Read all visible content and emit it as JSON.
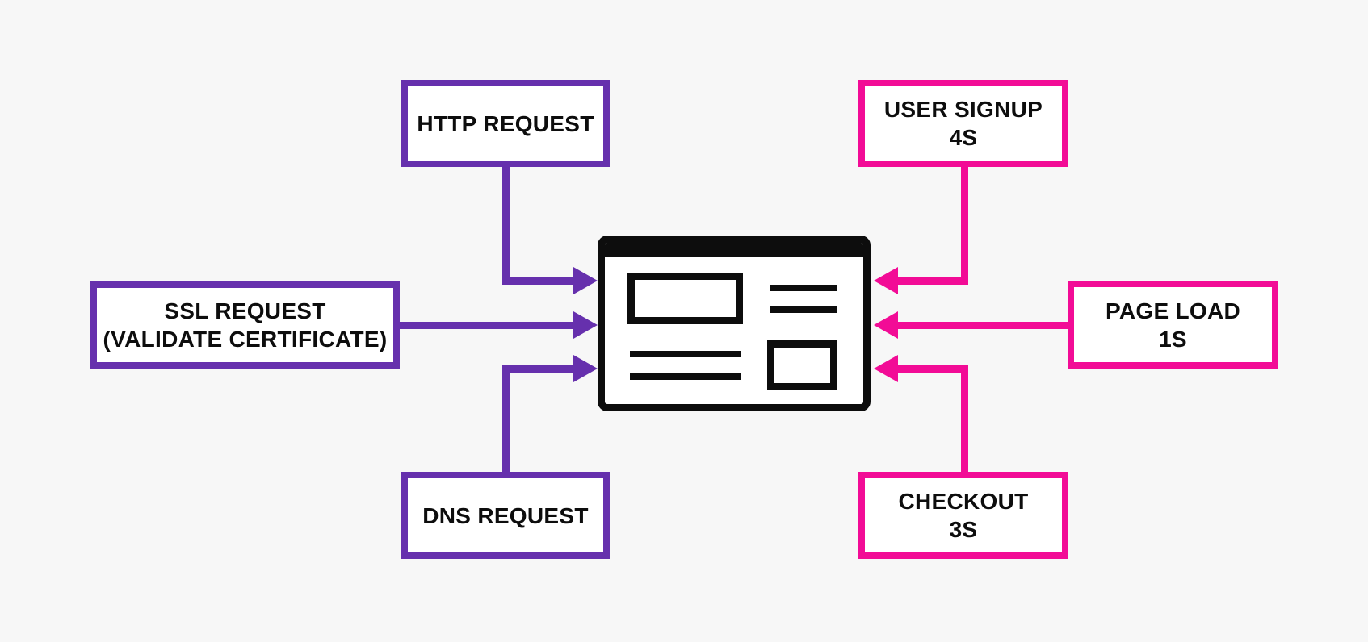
{
  "colors": {
    "purple": "#6630ad",
    "pink": "#f20c96",
    "background": "#f7f7f7",
    "node_fill": "#ffffff",
    "text": "#0d0d0d",
    "browser": "#0d0d0d"
  },
  "nodes": {
    "left": [
      {
        "id": "http-request",
        "lines": [
          "HTTP REQUEST"
        ]
      },
      {
        "id": "ssl-request",
        "lines": [
          "SSL REQUEST",
          "(VALIDATE CERTIFICATE)"
        ]
      },
      {
        "id": "dns-request",
        "lines": [
          "DNS REQUEST"
        ]
      }
    ],
    "right": [
      {
        "id": "user-signup",
        "lines": [
          "USER SIGNUP",
          "4S"
        ]
      },
      {
        "id": "page-load",
        "lines": [
          "PAGE LOAD",
          "1S"
        ]
      },
      {
        "id": "checkout",
        "lines": [
          "CHECKOUT",
          "3S"
        ]
      }
    ]
  },
  "center": {
    "icon": "browser-window-icon"
  },
  "edges": [
    {
      "from": "http-request",
      "to": "browser-window",
      "color": "purple",
      "direction": "right"
    },
    {
      "from": "ssl-request",
      "to": "browser-window",
      "color": "purple",
      "direction": "right"
    },
    {
      "from": "dns-request",
      "to": "browser-window",
      "color": "purple",
      "direction": "right"
    },
    {
      "from": "user-signup",
      "to": "browser-window",
      "color": "pink",
      "direction": "left"
    },
    {
      "from": "page-load",
      "to": "browser-window",
      "color": "pink",
      "direction": "left"
    },
    {
      "from": "checkout",
      "to": "browser-window",
      "color": "pink",
      "direction": "left"
    }
  ]
}
